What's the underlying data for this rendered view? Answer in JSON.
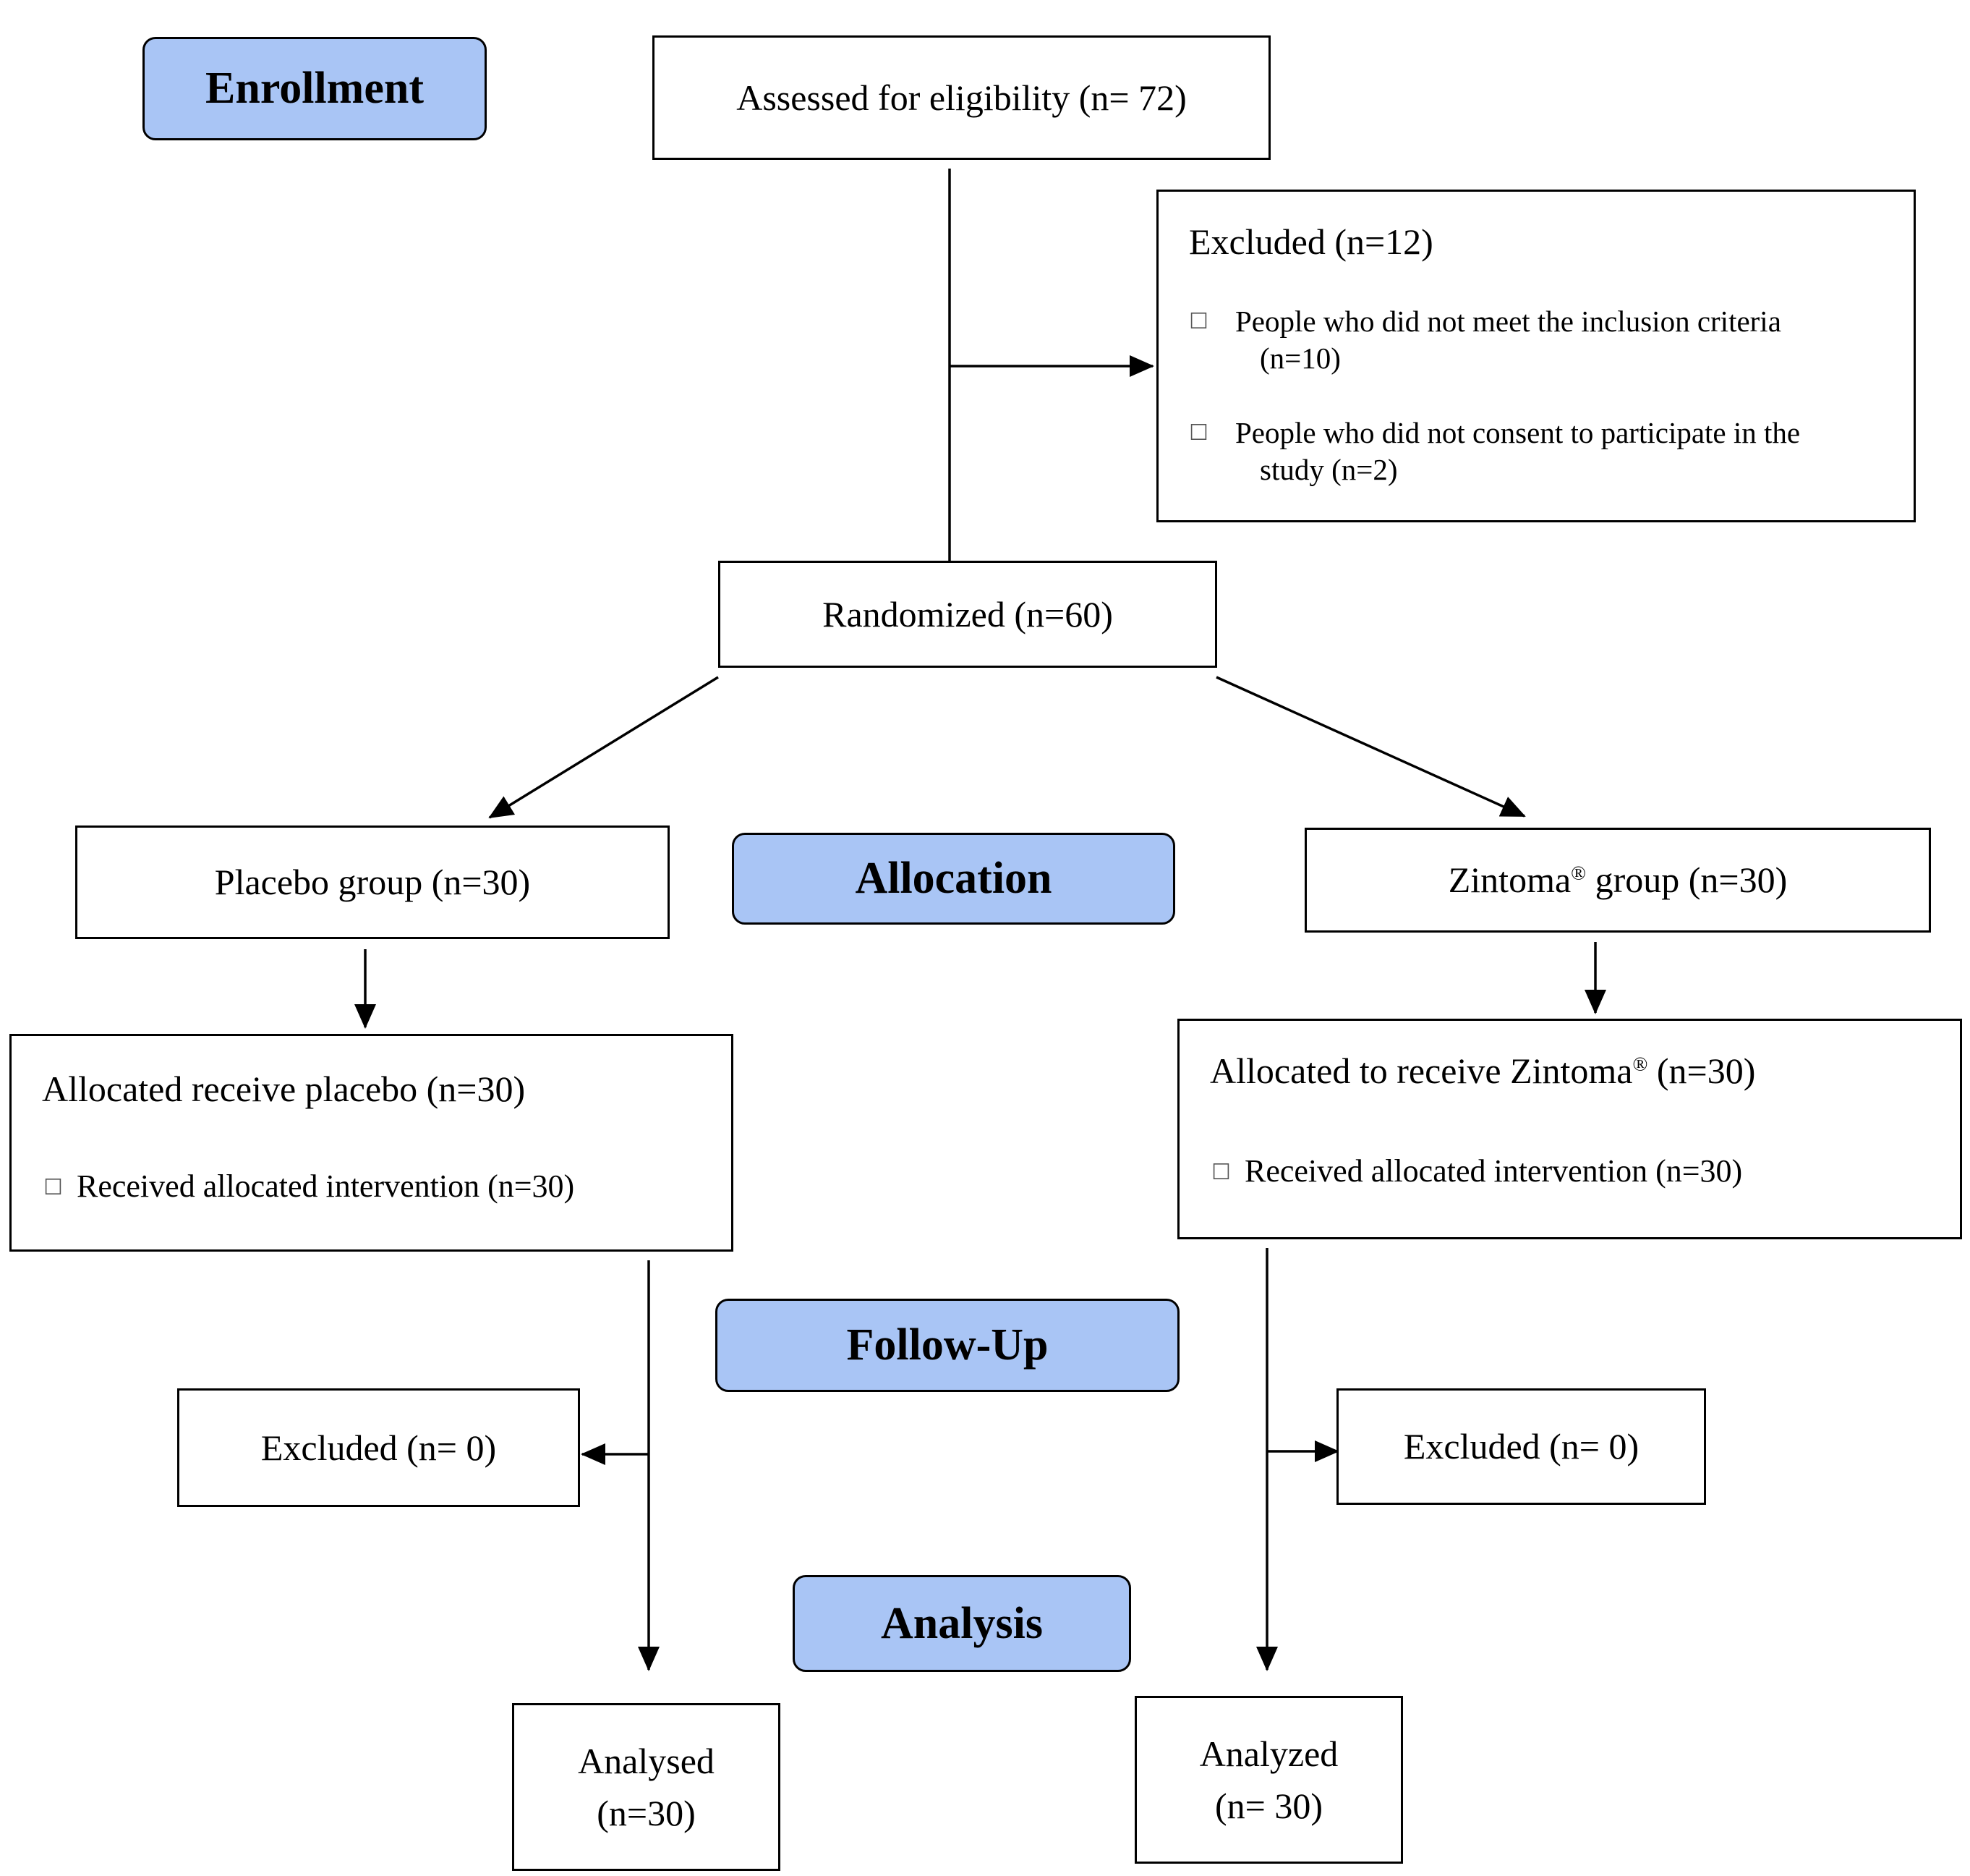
{
  "stages": {
    "enrollment": "Enrollment",
    "allocation": "Allocation",
    "follow_up": "Follow-Up",
    "analysis": "Analysis"
  },
  "assessed": "Assessed for eligibility (n= 72)",
  "excluded_enrollment": {
    "title": "Excluded (n=12)",
    "bullet_icon": "checkbox-icon",
    "bullet_glyph": "☐",
    "items": [
      {
        "line1": "People who did not meet the inclusion criteria",
        "line2": "(n=10)"
      },
      {
        "line1": "People who did not consent to participate in the",
        "line2": "study (n=2)"
      }
    ]
  },
  "randomized": "Randomized (n=60)",
  "placebo": {
    "group": "Placebo group (n=30)",
    "allocated_title": "Allocated receive placebo (n=30)",
    "received": "Received allocated intervention (n=30)",
    "excluded": "Excluded (n= 0)",
    "analysed_line1": "Analysed",
    "analysed_line2": "(n=30)"
  },
  "zintoma": {
    "group_pre": "Zintoma",
    "group_mark": "®",
    "group_post": " group (n=30)",
    "allocated_pre": "Allocated to receive Zintoma",
    "allocated_mark": "®",
    "allocated_post": " (n=30)",
    "received": "Received allocated intervention (n=30)",
    "excluded": "Excluded (n= 0)",
    "analyzed_line1": "Analyzed",
    "analyzed_line2": "(n= 30)"
  },
  "colors": {
    "stage_fill": "#a9c5f5",
    "line": "#000000"
  }
}
